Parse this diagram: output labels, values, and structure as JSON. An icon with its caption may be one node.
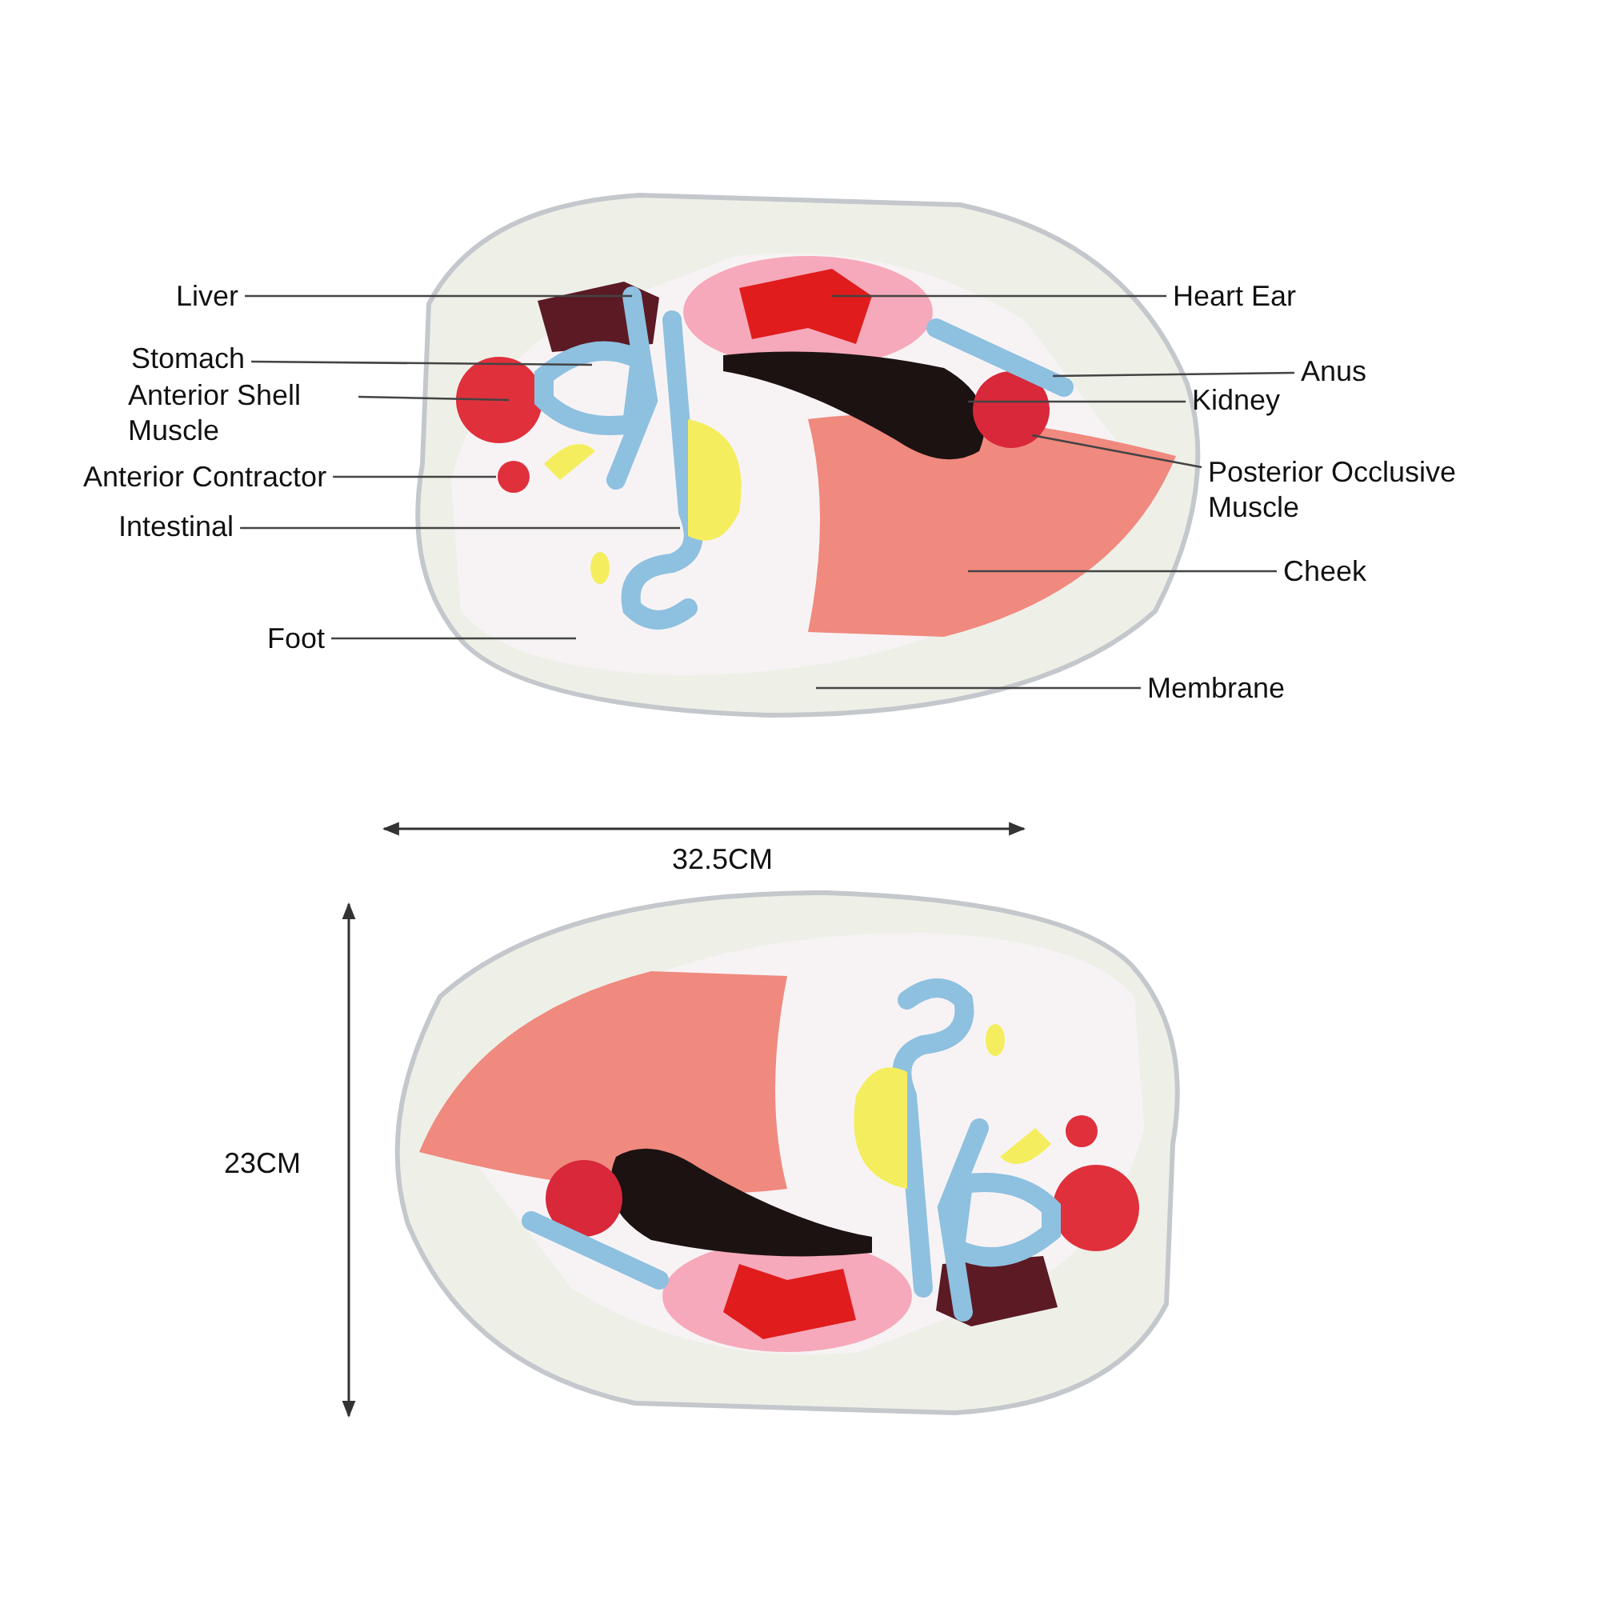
{
  "diagram": {
    "nodes": [
      {
        "text": [
          "Liver"
        ]
      },
      {
        "text": [
          "Heart Ear"
        ]
      },
      {
        "text": [
          "Stomach"
        ]
      },
      {
        "text": [
          "Anus"
        ]
      },
      {
        "text": [
          "Anterior Shell Muscle"
        ]
      },
      {
        "text": [
          "Kidney"
        ]
      },
      {
        "text": [
          "Anterior Contractor"
        ]
      },
      {
        "text": [
          "Posterior Occlusive Muscle"
        ]
      },
      {
        "text": [
          "Intestinal"
        ]
      },
      {
        "text": [
          "Cheek"
        ]
      },
      {
        "text": [
          "Foot"
        ]
      },
      {
        "text": [
          "Membrane"
        ]
      }
    ],
    "edges": [
      {
        "from": 0,
        "to": null,
        "arrow": "none"
      },
      {
        "from": 1,
        "to": null,
        "arrow": "none"
      },
      {
        "from": 2,
        "to": null,
        "arrow": "none"
      },
      {
        "from": 3,
        "to": null,
        "arrow": "none"
      },
      {
        "from": 4,
        "to": null,
        "arrow": "none"
      },
      {
        "from": 5,
        "to": null,
        "arrow": "none"
      },
      {
        "from": 6,
        "to": null,
        "arrow": "none"
      },
      {
        "from": 7,
        "to": null,
        "arrow": "none"
      },
      {
        "from": 8,
        "to": null,
        "arrow": "none"
      },
      {
        "from": 9,
        "to": null,
        "arrow": "none"
      },
      {
        "from": 10,
        "to": null,
        "arrow": "none"
      },
      {
        "from": 11,
        "to": null,
        "arrow": "none"
      }
    ],
    "labels": [
      "32.5CM",
      "23CM"
    ]
  }
}
